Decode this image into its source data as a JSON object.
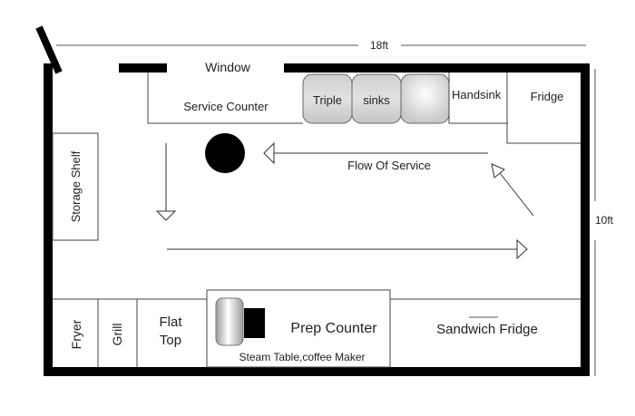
{
  "dimensions": {
    "width_label": "18ft",
    "height_label": "10ft"
  },
  "openings": {
    "window": "Window"
  },
  "fixtures": {
    "service_counter": "Service Counter",
    "triple_sinks": [
      "Triple",
      "sinks",
      ""
    ],
    "handsink": "Handsink",
    "fridge": "Fridge",
    "storage_shelf": "Storage Shelf",
    "fryer": "Fryer",
    "grill": "Grill",
    "flat_top": [
      "Flat",
      "Top"
    ],
    "prep_counter": "Prep Counter",
    "steam_table": "Steam Table,coffee Maker",
    "sandwich_fridge": "Sandwich Fridge"
  },
  "flow": {
    "label": "Flow Of Service"
  }
}
